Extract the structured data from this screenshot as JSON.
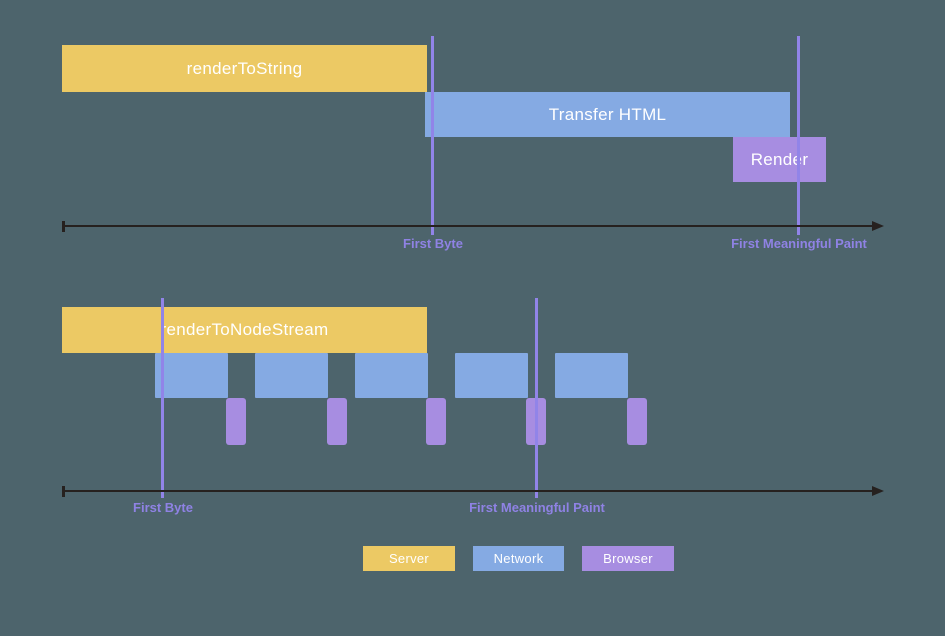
{
  "colors": {
    "background": "#4d646c",
    "server": "#ecc964",
    "network": "#85aae3",
    "browser": "#a78de1",
    "marker_line": "#9184e8",
    "marker_label_text": "#8f82e4",
    "axis": "#26211f",
    "bar_text": "#ffffff"
  },
  "top_chart": {
    "bars": [
      {
        "label": "renderToString",
        "type": "server"
      },
      {
        "label": "Transfer HTML",
        "type": "network"
      },
      {
        "label": "Render",
        "type": "browser"
      }
    ],
    "markers": [
      {
        "label": "First Byte"
      },
      {
        "label": "First Meaningful Paint"
      }
    ]
  },
  "bottom_chart": {
    "bars": [
      {
        "label": "renderToNodeStream",
        "type": "server"
      }
    ],
    "network_chunk_count": 5,
    "browser_chunk_count": 5,
    "markers": [
      {
        "label": "First Byte"
      },
      {
        "label": "First Meaningful Paint"
      }
    ]
  },
  "legend": {
    "items": [
      {
        "label": "Server",
        "type": "server"
      },
      {
        "label": "Network",
        "type": "network"
      },
      {
        "label": "Browser",
        "type": "browser"
      }
    ]
  }
}
